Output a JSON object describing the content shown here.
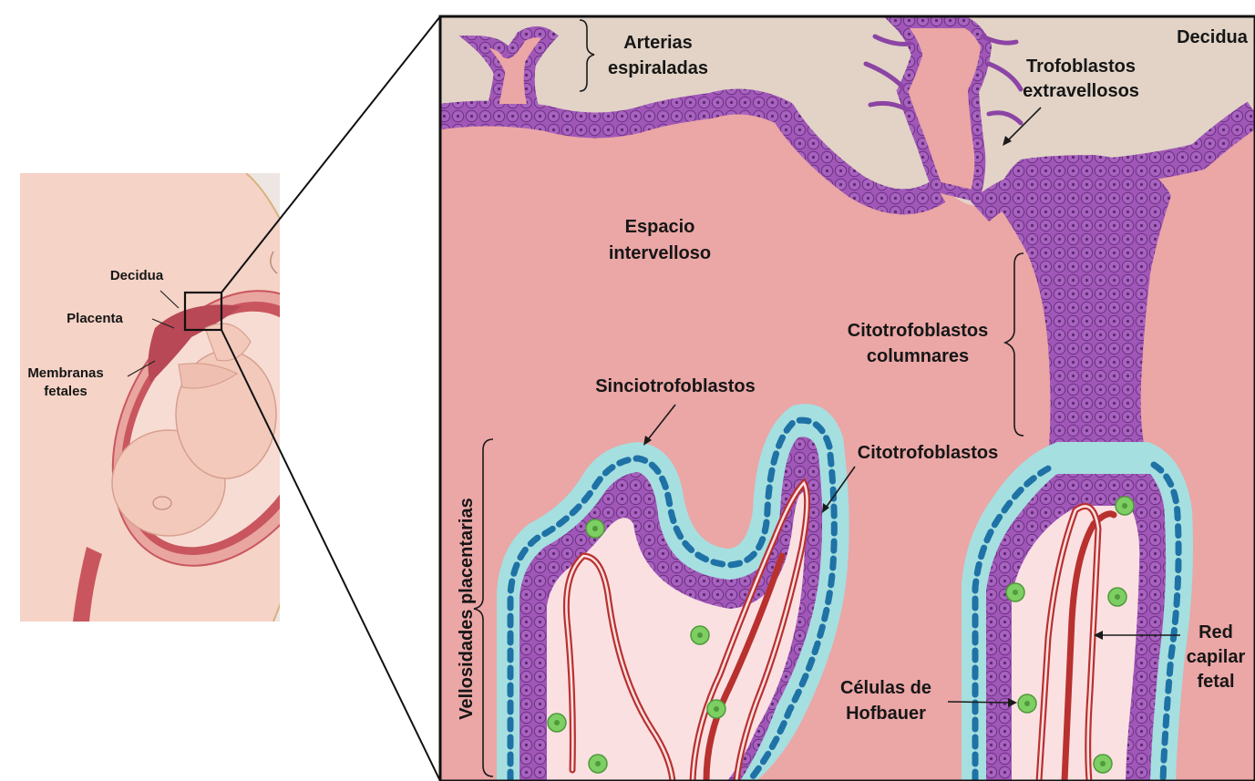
{
  "inset_labels": {
    "decidua": "Decidua",
    "placenta": "Placenta",
    "membranes_line1": "Membranas",
    "membranes_line2": "fetales"
  },
  "main_labels": {
    "decidua": "Decidua",
    "spiral_arteries_line1": "Arterias",
    "spiral_arteries_line2": "espiraladas",
    "extravillous_line1": "Trofoblastos",
    "extravillous_line2": "extravellosos",
    "intervillous_line1": "Espacio",
    "intervillous_line2": "intervelloso",
    "columnar_line1": "Citotrofoblastos",
    "columnar_line2": "columnares",
    "syncytio": "Sinciotrofoblastos",
    "cyto": "Citotrofoblastos",
    "villi": "Vellosidades placentarias",
    "hofbauer_line1": "Células de",
    "hofbauer_line2": "Hofbauer",
    "capillary_line1": "Red",
    "capillary_line2": "capilar",
    "capillary_line3": "fetal"
  },
  "colors": {
    "decidua_tan": "#e2d3c6",
    "intervillous_pink": "#eba6a6",
    "trophoblast_purple": "#a057b8",
    "trophoblast_dark": "#6f3385",
    "syncytio_cyan": "#a6dfe0",
    "syncytio_nuclei": "#1f72a6",
    "villus_core": "#fbe0e2",
    "capillary_red": "#b8312f",
    "hofbauer_green": "#7dce63",
    "uterus_wall": "#c9565e",
    "skin": "#f5d3c6"
  }
}
